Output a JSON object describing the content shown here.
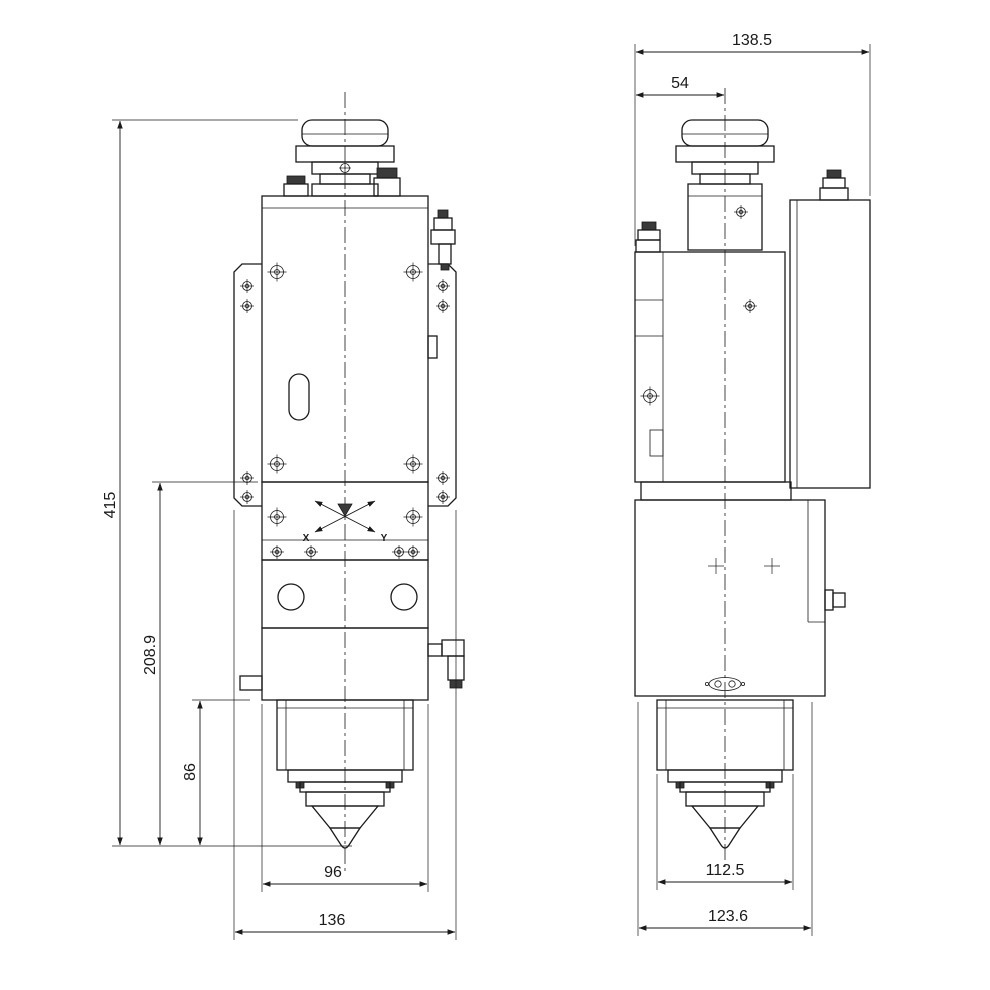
{
  "colors": {
    "background": "#ffffff",
    "line": "#1a1a1a"
  },
  "views": {
    "front": {
      "dimensions": {
        "total_height": "415",
        "mid_height": "208.9",
        "nozzle_height": "86",
        "body_width": "96",
        "overall_width": "136"
      },
      "axis": {
        "x": "X",
        "y": "Y"
      }
    },
    "side": {
      "dimensions": {
        "overall_width": "138.5",
        "center_offset": "54",
        "nozzle_width": "112.5",
        "flange_width": "123.6"
      }
    }
  }
}
